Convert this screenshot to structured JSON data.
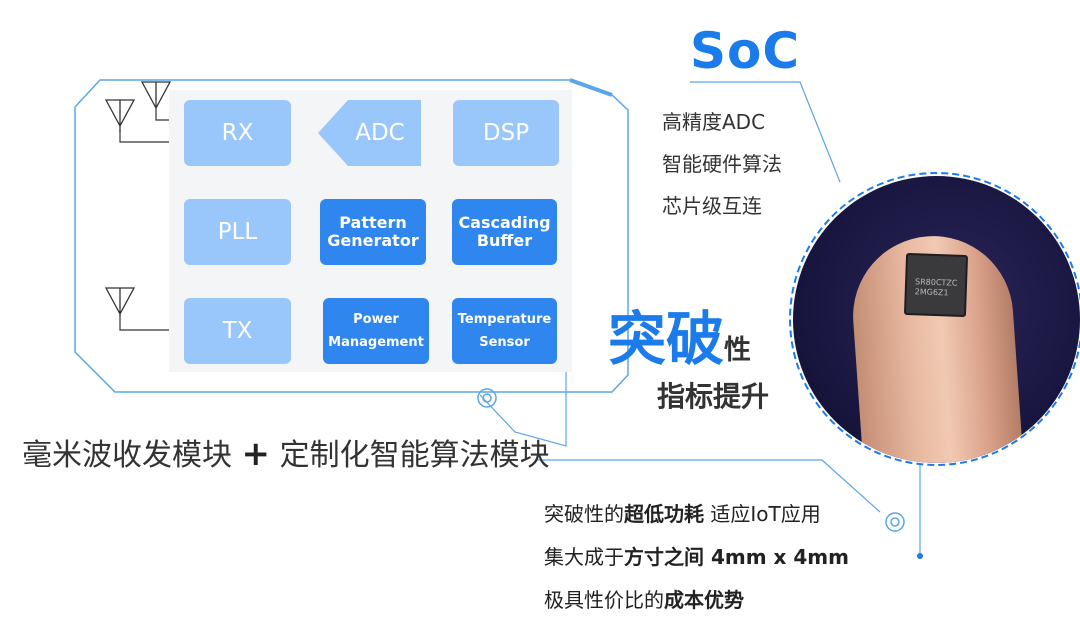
{
  "diagram": {
    "rx": "RX",
    "adc": "ADC",
    "dsp": "DSP",
    "pll": "PLL",
    "tx": "TX",
    "pattern_generator": "Pattern Generator",
    "cascading_buffer": "Cascading Buffer",
    "power_management": "Power Management",
    "temperature_sensor": "Temperature Sensor"
  },
  "soc": {
    "title": "SoC",
    "features": [
      "高精度ADC",
      "智能硬件算法",
      "芯片级互连"
    ]
  },
  "headline": {
    "big": "突破",
    "small": "性",
    "sub": "指标提升"
  },
  "chip_text": [
    "SR80CTZC",
    "2MG6Z1"
  ],
  "caption": {
    "left": "毫米波收发模块",
    "plus": "+",
    "right": "定制化智能算法模块"
  },
  "bullets": [
    {
      "pre": "突破性的",
      "bold": "超低功耗",
      "post": " 适应IoT应用"
    },
    {
      "pre": "集大成于",
      "bold": "方寸之间 4mm x 4mm",
      "post": ""
    },
    {
      "pre": "极具性价比的",
      "bold": "成本优势",
      "post": ""
    }
  ],
  "colors": {
    "accent": "#1c7bea",
    "block_light": "#99c6fb",
    "block_dark": "#2f86ee",
    "frame": "#5aa6e8"
  }
}
